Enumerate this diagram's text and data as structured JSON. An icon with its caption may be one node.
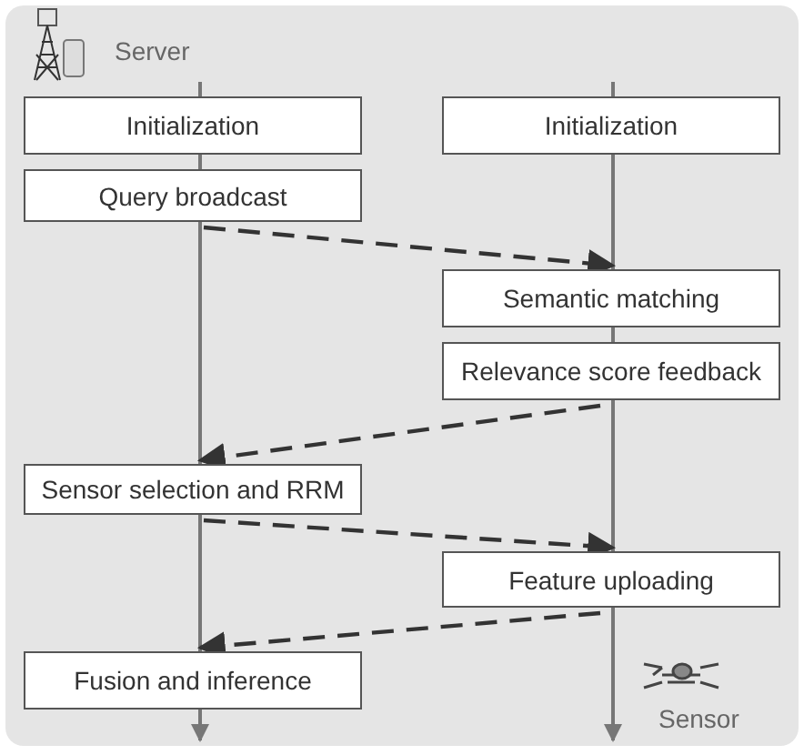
{
  "diagram": {
    "nodes": [
      {
        "text": [
          "Initialization"
        ]
      },
      {
        "text": [
          "Query broadcast"
        ]
      },
      {
        "text": [
          "Initialization"
        ]
      },
      {
        "text": [
          "Semantic matching"
        ]
      },
      {
        "text": [
          "Relevance score feedback"
        ]
      },
      {
        "text": [
          "Sensor selection and RRM"
        ]
      },
      {
        "text": [
          "Feature uploading"
        ]
      },
      {
        "text": [
          "Fusion and inference"
        ]
      }
    ],
    "edges": [
      {
        "from": 1,
        "to": 3,
        "arrow": "to",
        "style": "dashed"
      },
      {
        "from": 4,
        "to": 5,
        "arrow": "to",
        "style": "dashed"
      },
      {
        "from": 5,
        "to": 6,
        "arrow": "to",
        "style": "dashed"
      },
      {
        "from": 6,
        "to": 7,
        "arrow": "to",
        "style": "dashed"
      }
    ],
    "labels": [
      "Server",
      "Sensor"
    ]
  }
}
